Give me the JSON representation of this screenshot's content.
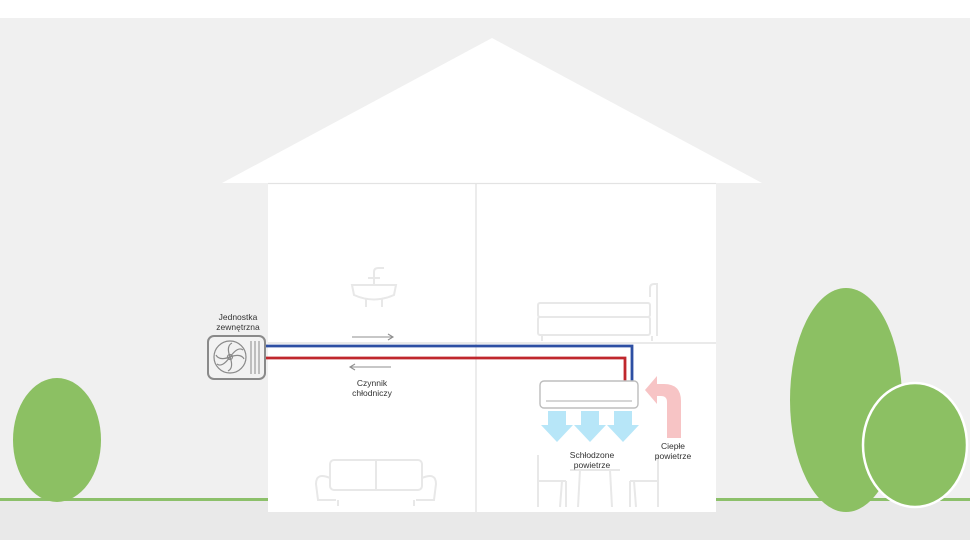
{
  "labels": {
    "outdoor_unit": [
      "Jednostka",
      "zewnętrzna"
    ],
    "refrigerant": [
      "Czynnik",
      "chłodniczy"
    ],
    "cooled_air": [
      "Schłodzone",
      "powietrze"
    ],
    "warm_air": [
      "Ciepłe",
      "powietrze"
    ]
  },
  "colors": {
    "sky": "#f0f0f0",
    "ground": "#e6e6e6",
    "grass_line": "#8cc06a",
    "tree": "#8cc063",
    "house": "#ffffff",
    "house_lines": "#e3e3e3",
    "furniture": "#e8e8e8",
    "pipe_supply": "#2d4fa3",
    "pipe_return": "#c0272d",
    "cool_arrow": "#b7e6f8",
    "warm_arrow": "#f7c4c5",
    "outdoor_unit_body": "#f2f2f2",
    "outdoor_unit_border": "#8a8a8a"
  },
  "icons": [
    "sink-icon",
    "bed-icon",
    "sofa-icon",
    "dining-set-icon",
    "fan-icon",
    "flow-direction-arrow-icon"
  ]
}
